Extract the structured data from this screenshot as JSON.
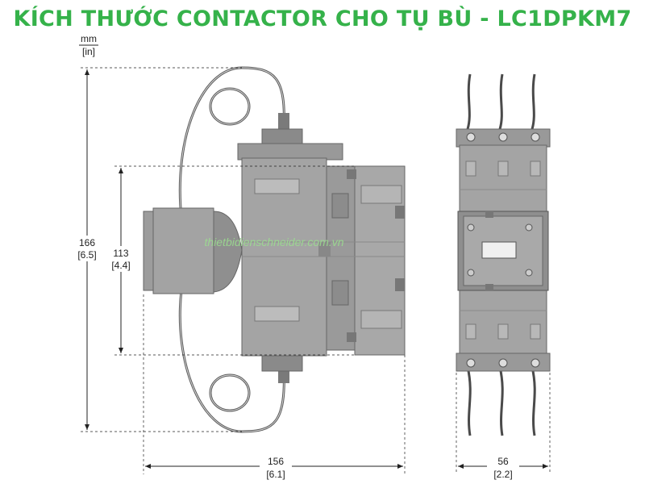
{
  "title": "KÍCH THƯỚC CONTACTOR CHO TỤ BÙ - LC1DPKM7",
  "units": {
    "primary": "mm",
    "secondary": "[in]"
  },
  "dimensions": {
    "height_total": {
      "mm": "166",
      "in": "[6.5]"
    },
    "height_body": {
      "mm": "113",
      "in": "[4.4]"
    },
    "depth": {
      "mm": "156",
      "in": "[6.1]"
    },
    "width": {
      "mm": "56",
      "in": "[2.2]"
    }
  },
  "watermark": "thietbidienschneider.com.vn",
  "colors": {
    "title": "#35b24a",
    "body": "#9a9a9a",
    "body_dark": "#6e6e6e",
    "watermark": "#9be08f"
  }
}
